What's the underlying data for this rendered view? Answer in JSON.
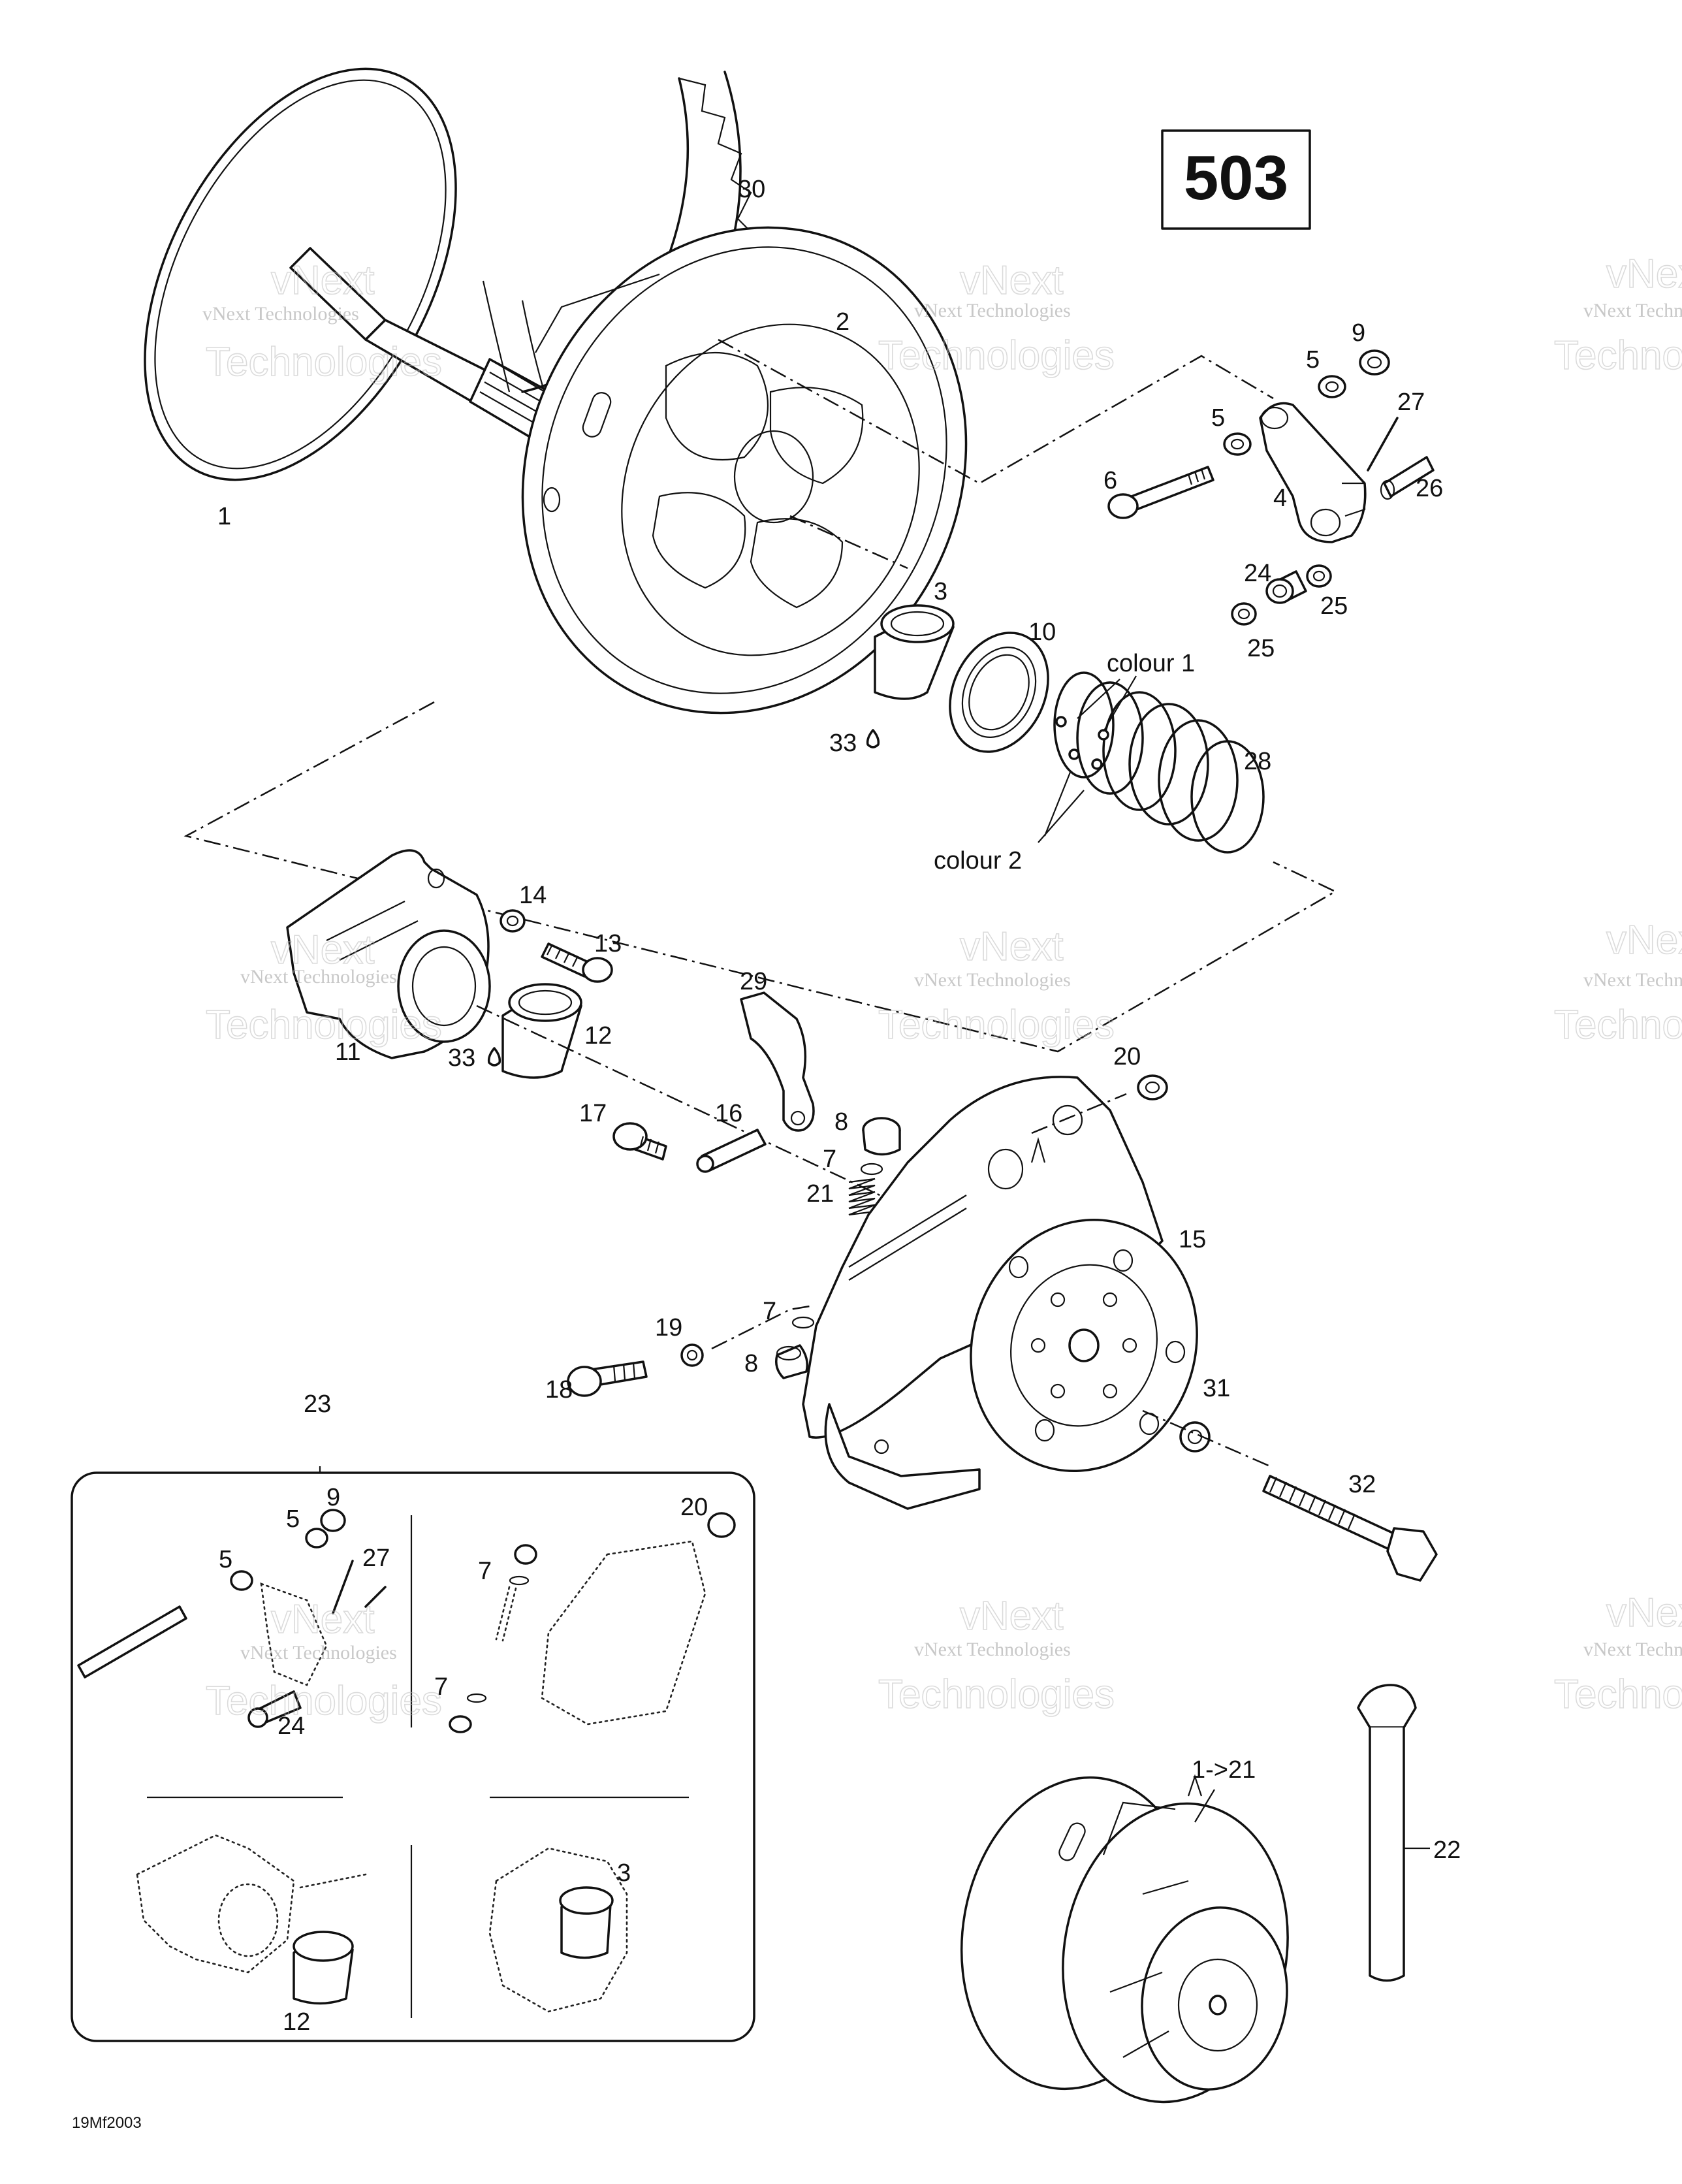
{
  "diagram": {
    "page_number": "503",
    "footer_code": "19Mf2003",
    "watermark": {
      "line1": "vNext Technologies",
      "line2": "Technologies",
      "line0": "vNext"
    },
    "callouts": {
      "p1": "1",
      "p2": "2",
      "p3": "3",
      "p4": "4",
      "p5a": "5",
      "p5b": "5",
      "p6": "6",
      "p7a": "7",
      "p7b": "7",
      "p8a": "8",
      "p8b": "8",
      "p9": "9",
      "p10": "10",
      "p11": "11",
      "p12": "12",
      "p13": "13",
      "p14": "14",
      "p15": "15",
      "p16": "16",
      "p17": "17",
      "p18": "18",
      "p19": "19",
      "p20": "20",
      "p21": "21",
      "p22": "22",
      "p23": "23",
      "p24": "24",
      "p25a": "25",
      "p25b": "25",
      "p26": "26",
      "p27": "27",
      "p28": "28",
      "p29": "29",
      "p30": "30",
      "p31": "31",
      "p32": "32",
      "p33a": "33",
      "p33b": "33",
      "colour1": "colour 1",
      "colour2": "colour 2",
      "assembly": "1->21"
    },
    "inset_callouts": {
      "i5a": "5",
      "i5b": "5",
      "i9": "9",
      "i27": "27",
      "i24": "24",
      "i20": "20",
      "i7a": "7",
      "i7b": "7",
      "i3": "3",
      "i12": "12"
    }
  }
}
